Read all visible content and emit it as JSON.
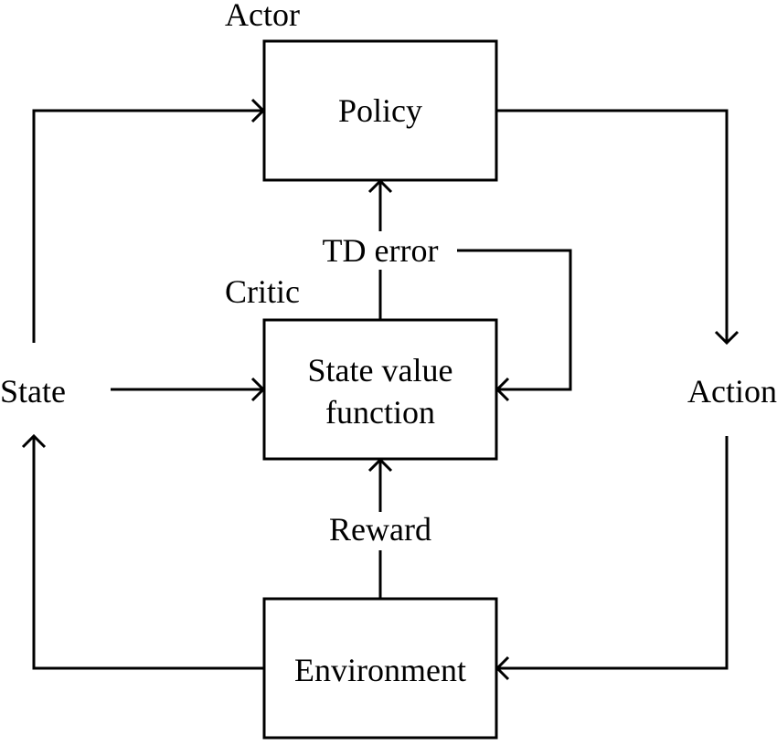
{
  "nodes": {
    "policy": {
      "label": "Policy",
      "group_label": "Actor"
    },
    "value_function": {
      "label_line1": "State value",
      "label_line2": "function",
      "group_label": "Critic"
    },
    "environment": {
      "label": "Environment"
    }
  },
  "edge_labels": {
    "state": "State",
    "action": "Action",
    "td_error": "TD error",
    "reward": "Reward"
  },
  "colors": {
    "stroke": "#000000",
    "background": "#ffffff"
  }
}
